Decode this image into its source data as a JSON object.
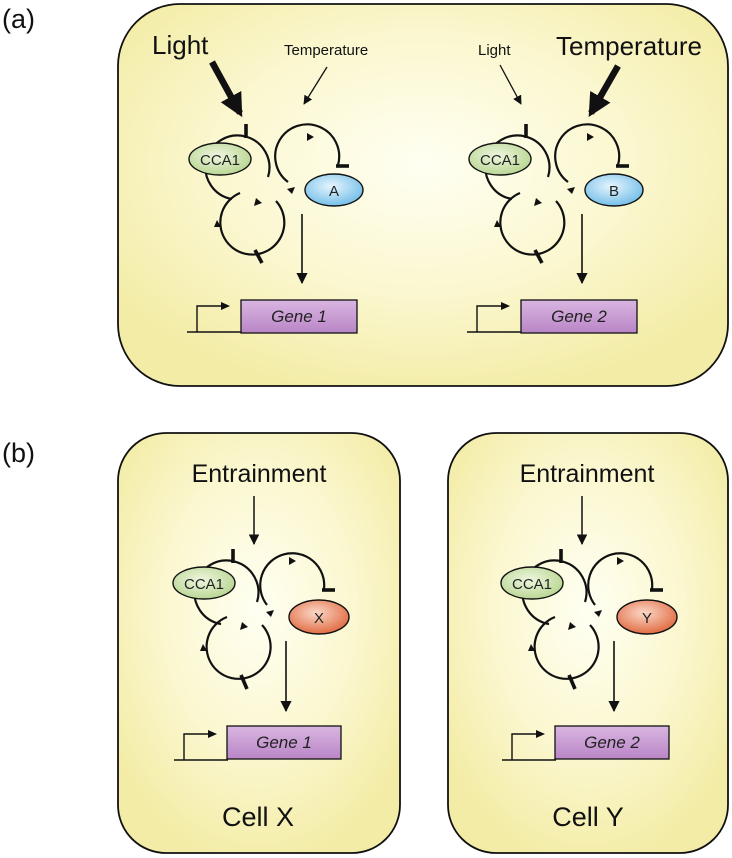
{
  "panels": {
    "a": {
      "label": "(a)",
      "left": {
        "input_1": "Light",
        "input_2": "Temperature",
        "clock_protein": "CCA1",
        "factor": "A",
        "gene": "Gene 1"
      },
      "right": {
        "input_1": "Light",
        "input_2": "Temperature",
        "clock_protein": "CCA1",
        "factor": "B",
        "gene": "Gene 2"
      }
    },
    "b": {
      "label": "(b)",
      "cell_x": {
        "input": "Entrainment",
        "clock_protein": "CCA1",
        "factor": "X",
        "gene": "Gene 1",
        "cell_name": "Cell X"
      },
      "cell_y": {
        "input": "Entrainment",
        "clock_protein": "CCA1",
        "factor": "Y",
        "gene": "Gene 2",
        "cell_name": "Cell Y"
      }
    }
  },
  "colors": {
    "cell_fill_center": "#fffff0",
    "cell_fill_edge": "#f6f0b0",
    "cca1_fill": "#d3e6b4",
    "blue_factor_fill": "#b5dcf3",
    "red_factor_fill": "#ec9272",
    "gene_fill": "#cfa6d8"
  }
}
